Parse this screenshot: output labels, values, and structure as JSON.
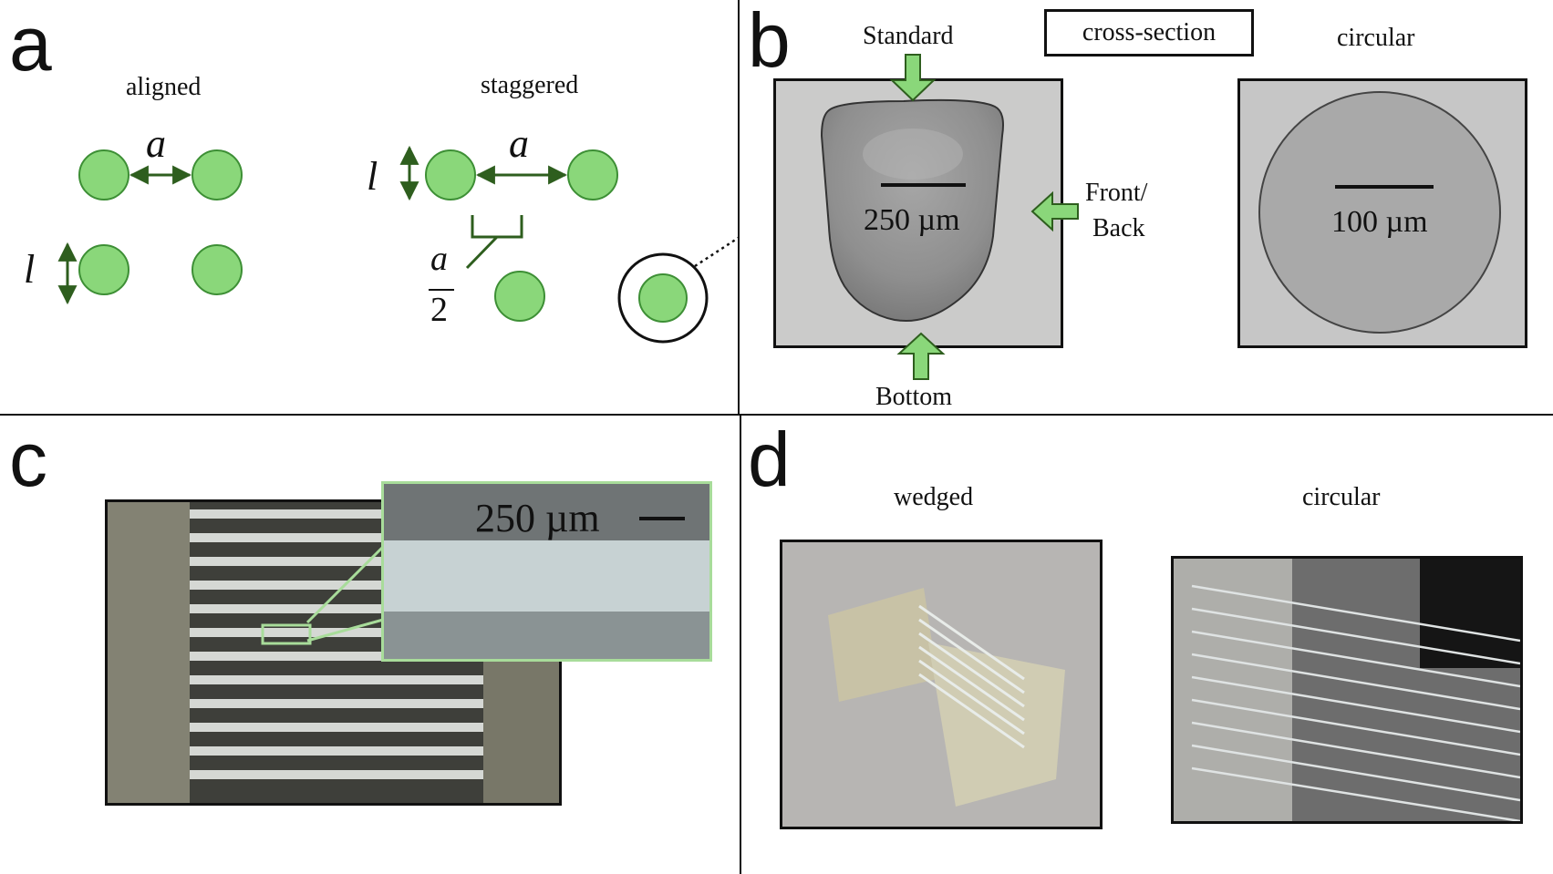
{
  "panels": {
    "a": {
      "letter": "a",
      "labels": {
        "aligned": "aligned",
        "staggered": "staggered"
      },
      "variables": {
        "a": "a",
        "l": "l",
        "half_num": "a",
        "half_den": "2"
      }
    },
    "b": {
      "letter": "b",
      "labels": {
        "standard": "Standard",
        "cross_section": "cross-section",
        "circular": "circular",
        "front_back_1": "Front/",
        "front_back_2": "Back",
        "bottom": "Bottom"
      },
      "scale_bars": {
        "wedged": "250 µm",
        "circular": "100 µm"
      }
    },
    "c": {
      "letter": "c",
      "scale_bar": "250 µm"
    },
    "d": {
      "letter": "d",
      "labels": {
        "wedged": "wedged",
        "circular": "circular"
      }
    }
  },
  "colors": {
    "pillar_fill": "#8ad77a",
    "pillar_stroke": "#3d8f35",
    "arrow_dark_green": "#2e5e1e",
    "inset_border": "#a8dc9a"
  }
}
